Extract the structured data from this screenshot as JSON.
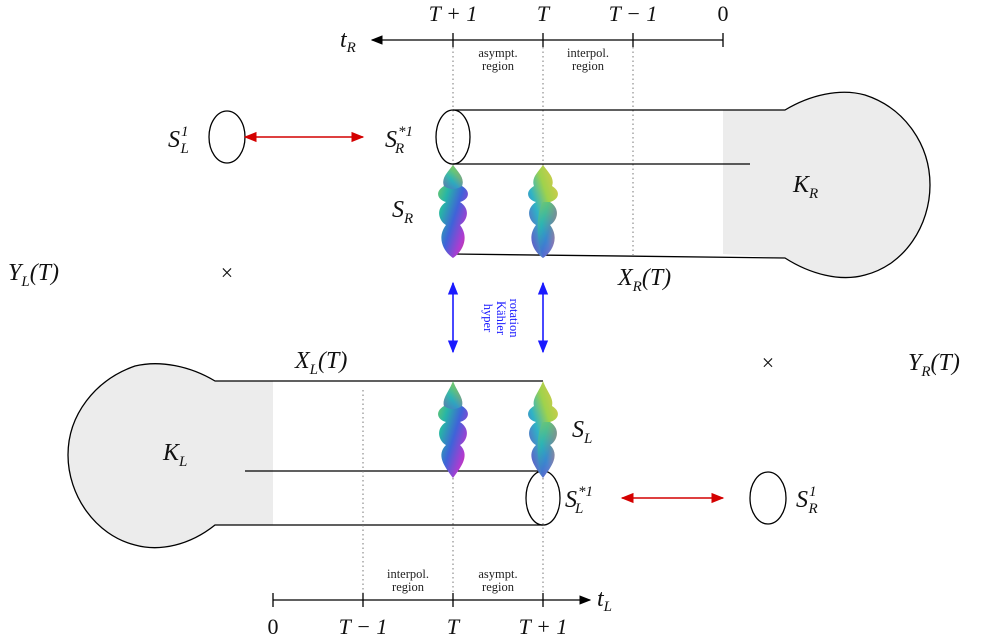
{
  "top_axis": {
    "label_base": "t",
    "label_sub": "R",
    "ticks": {
      "t_plus_1": "T + 1",
      "t": "T",
      "t_minus_1": "T − 1",
      "zero": "0"
    },
    "region_asymp_line1": "asympt.",
    "region_asymp_line2": "region",
    "region_interp_line1": "interpol.",
    "region_interp_line2": "region"
  },
  "bottom_axis": {
    "label_base": "t",
    "label_sub": "L",
    "ticks": {
      "zero": "0",
      "t_minus_1": "T − 1",
      "t": "T",
      "t_plus_1": "T + 1"
    },
    "region_interp_line1": "interpol.",
    "region_interp_line2": "region",
    "region_asymp_line1": "asympt.",
    "region_asymp_line2": "region"
  },
  "labels": {
    "s_l_one": {
      "base": "S",
      "sup": "1",
      "sub": "L"
    },
    "s_r_star_one": {
      "base": "S",
      "sup": "*1",
      "sub": "R"
    },
    "s_r": {
      "base": "S",
      "sub": "R"
    },
    "k_r": {
      "base": "K",
      "sub": "R"
    },
    "x_r_t": {
      "base": "X",
      "sub": "R",
      "arg": "(T)"
    },
    "y_l_t": {
      "base": "Y",
      "sub": "L",
      "arg": "(T)"
    },
    "x_l_t": {
      "base": "X",
      "sub": "L",
      "arg": "(T)"
    },
    "y_r_t": {
      "base": "Y",
      "sub": "R",
      "arg": "(T)"
    },
    "k_l": {
      "base": "K",
      "sub": "L"
    },
    "s_l": {
      "base": "S",
      "sub": "L"
    },
    "s_l_star_one": {
      "base": "S",
      "sup": "*1",
      "sub": "L"
    },
    "s_r_one": {
      "base": "S",
      "sup": "1",
      "sub": "R"
    },
    "times": "×"
  },
  "rotation_label": {
    "line1": "hyper",
    "line2": "Kähler",
    "line3": "rotation"
  },
  "colors": {
    "red_arrow": "#d40000",
    "blue_arrow": "#1a1aff",
    "cap_fill": "#ececec"
  }
}
